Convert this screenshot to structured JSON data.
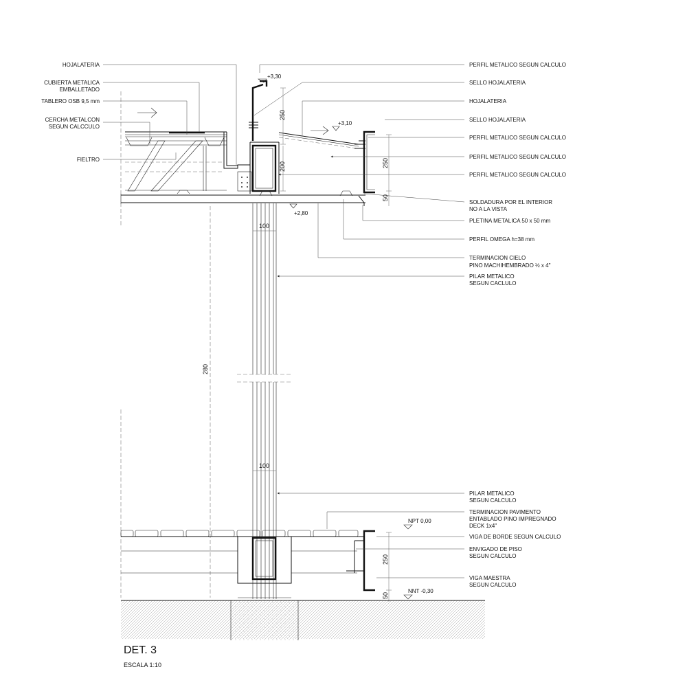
{
  "labels_left": [
    {
      "id": "hojalateria-top",
      "lines": [
        "HOJALATERIA"
      ]
    },
    {
      "id": "cubierta",
      "lines": [
        "CUBIERTA METALICA",
        "EMBALLETADO"
      ]
    },
    {
      "id": "tablero",
      "lines": [
        "TABLERO OSB 9,5 mm"
      ]
    },
    {
      "id": "cercha",
      "lines": [
        "CERCHA METALCON",
        "SEGUN CALCCULO"
      ]
    },
    {
      "id": "fieltro",
      "lines": [
        "FIELTRO"
      ]
    }
  ],
  "labels_right": [
    {
      "id": "perfil-1",
      "lines": [
        "PERFIL METALICO SEGUN CALCULO"
      ]
    },
    {
      "id": "sello-1",
      "lines": [
        "SELLO HOJALATERIA"
      ]
    },
    {
      "id": "hojalateria-right",
      "lines": [
        "HOJALATERIA"
      ]
    },
    {
      "id": "sello-2",
      "lines": [
        "SELLO HOJALATERIA"
      ]
    },
    {
      "id": "perfil-2",
      "lines": [
        "PERFIL METALICO SEGUN CALCULO"
      ]
    },
    {
      "id": "perfil-3",
      "lines": [
        "PERFIL METALICO SEGUN CALCULO"
      ]
    },
    {
      "id": "perfil-4",
      "lines": [
        "PERFIL METALICO SEGUN CALCULO"
      ]
    },
    {
      "id": "soldadura",
      "lines": [
        "SOLDADURA POR EL INTERIOR",
        "NO A LA VISTA"
      ]
    },
    {
      "id": "pletina",
      "lines": [
        "PLETINA METALICA 50 x 50 mm"
      ]
    },
    {
      "id": "omega",
      "lines": [
        "PERFIL OMEGA h=38 mm"
      ]
    },
    {
      "id": "cielo",
      "lines": [
        "TERMINACION CIELO",
        "PINO MACHIHEMBRADO ½ x 4\""
      ]
    },
    {
      "id": "pilar-1",
      "lines": [
        "PILAR METALICO",
        "SEGUN CACLULO"
      ]
    },
    {
      "id": "pilar-2",
      "lines": [
        "PILAR METALICO",
        "SEGUN CALCULO"
      ]
    },
    {
      "id": "pavimento",
      "lines": [
        "TERMINACION PAVIMENTO",
        "ENTABLADO PINO IMPREGNADO",
        "DECK 1x4\""
      ]
    },
    {
      "id": "viga-borde",
      "lines": [
        "VIGA DE BORDE SEGUN CALCULO"
      ]
    },
    {
      "id": "envigado",
      "lines": [
        "ENVIGADO DE PISO",
        "SEGUN CALCULO"
      ]
    },
    {
      "id": "viga-maestra",
      "lines": [
        "VIGA MAESTRA",
        "SEGUN CALCULO"
      ]
    }
  ],
  "levels": {
    "top": "+3,30",
    "mid": "+3,10",
    "ceiling": "+2,80",
    "npt": "NPT 0,00",
    "nnt": "NNT -0,30"
  },
  "dimensions": {
    "d250_top": "250",
    "d250_right": "250",
    "d200": "200",
    "d50_top": "50",
    "d100_top": "100",
    "d280": "280",
    "d100_bottom": "100",
    "d250_floor": "250",
    "d50_floor": "50"
  },
  "title": "DET. 3",
  "scale": "ESCALA 1:10"
}
